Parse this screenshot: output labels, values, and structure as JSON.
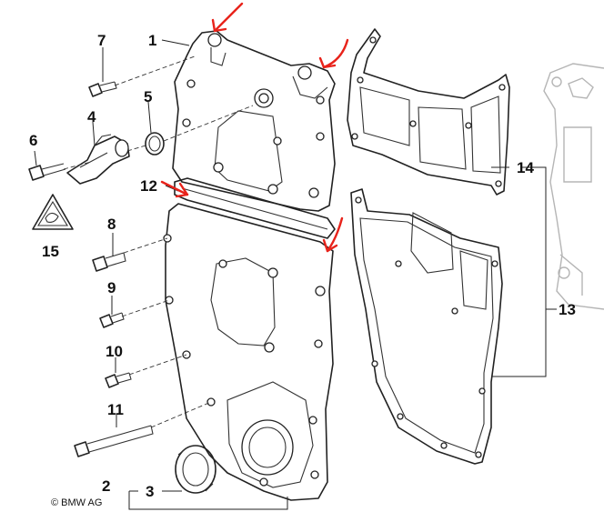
{
  "callouts": [
    {
      "id": "1",
      "text": "1"
    },
    {
      "id": "2",
      "text": "2"
    },
    {
      "id": "3",
      "text": "3"
    },
    {
      "id": "4",
      "text": "4"
    },
    {
      "id": "5",
      "text": "5"
    },
    {
      "id": "6",
      "text": "6"
    },
    {
      "id": "7",
      "text": "7"
    },
    {
      "id": "8",
      "text": "8"
    },
    {
      "id": "9",
      "text": "9"
    },
    {
      "id": "10",
      "text": "10"
    },
    {
      "id": "11",
      "text": "11"
    },
    {
      "id": "12",
      "text": "12"
    },
    {
      "id": "13",
      "text": "13"
    },
    {
      "id": "14",
      "text": "14"
    },
    {
      "id": "15",
      "text": "15"
    }
  ],
  "copyright": "© BMW AG",
  "colors": {
    "line": "#222222",
    "marker": "#e8231b",
    "ghost": "#b5b5b5"
  }
}
